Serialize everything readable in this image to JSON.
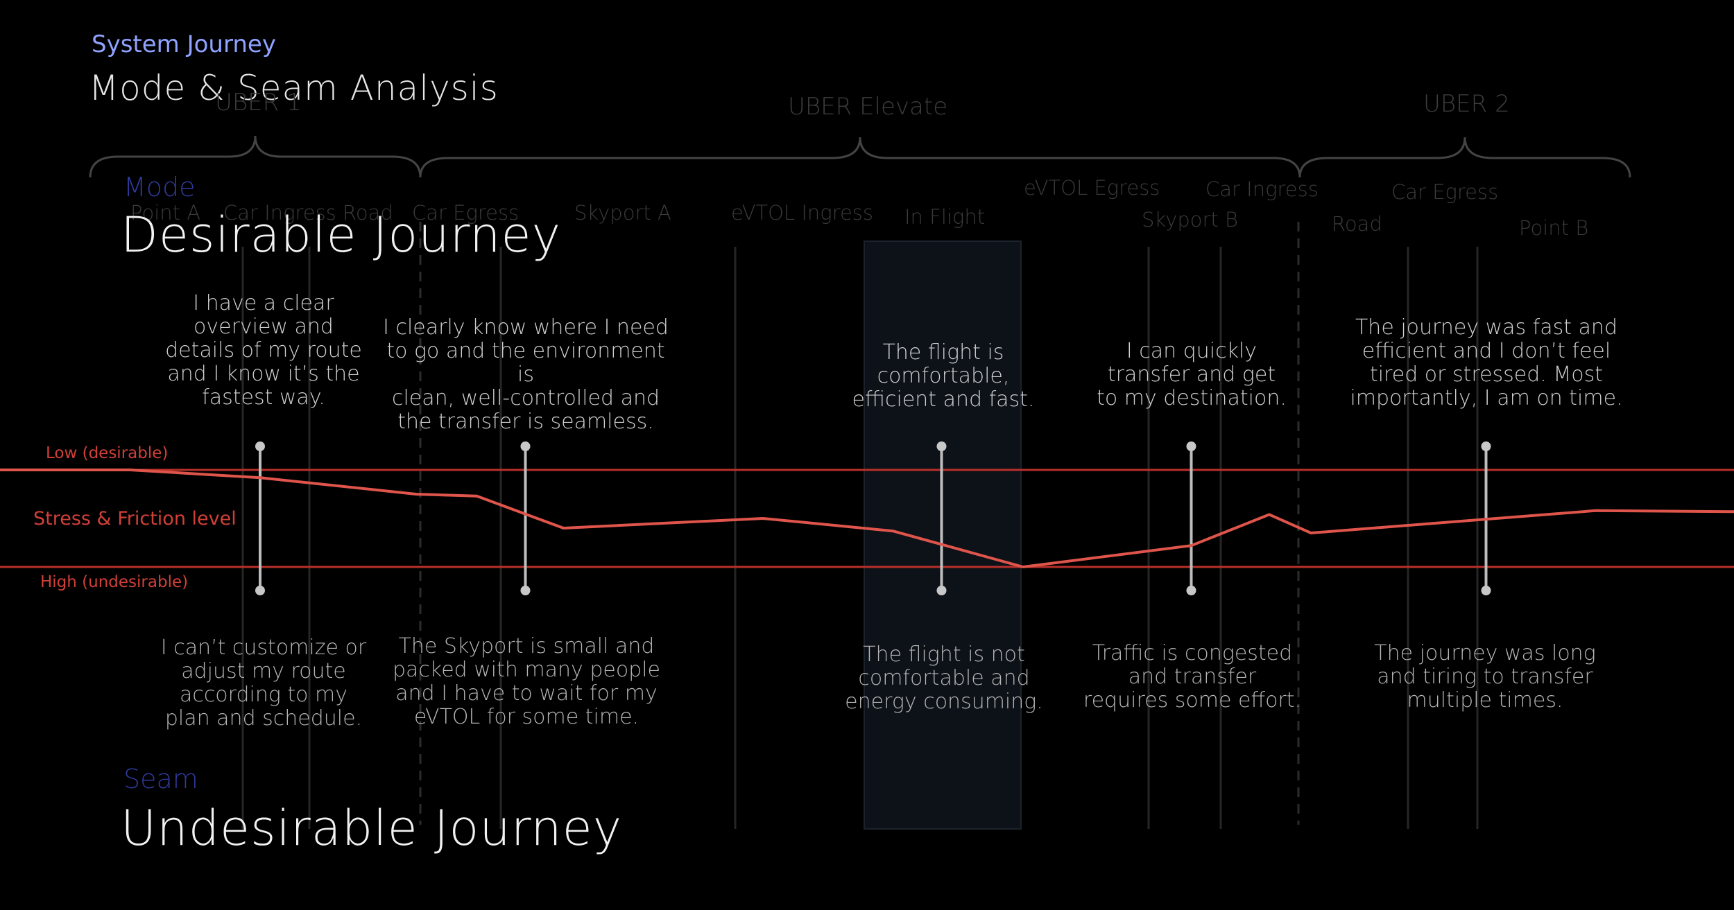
{
  "header": {
    "eyebrow": "System Journey",
    "title": "Mode & Seam Analysis"
  },
  "sections": {
    "mode_label": "Mode",
    "desirable_title": "Desirable Journey",
    "seam_label": "Seam",
    "undesirable_title": "Undesirable Journey"
  },
  "phases": [
    "UBER 1",
    "UBER Elevate",
    "UBER 2"
  ],
  "modes": [
    "Point A",
    "Car Ingress",
    "Road",
    "Car Egress",
    "Skyport A",
    "eVTOL Ingress",
    "In Flight",
    "eVTOL Egress",
    "Car Ingress",
    "Skyport B",
    "Car Egress",
    "Road",
    "Point B"
  ],
  "axis": {
    "low_label": "Low (desirable)",
    "mid_label": "Stress & Friction level",
    "high_label": "High (undesirable)"
  },
  "touchpoints": [
    {
      "good": "I have a clear\noverview and\ndetails of my route\nand I know it’s the\nfastest way.",
      "bad": "I can’t customize or\nadjust my route\naccording to my\nplan and schedule."
    },
    {
      "good": "I clearly know where I need\nto go and the environment is\nclean, well-controlled and\nthe transfer is seamless.",
      "bad": "The Skyport is small and\npacked with many people\nand I have to wait for my\neVTOL for some time."
    },
    {
      "good": "The flight is\ncomfortable,\nefficient and fast.",
      "bad": "The flight is not\ncomfortable and\nenergy consuming."
    },
    {
      "good": "I can quickly\ntransfer and get\nto my destination.",
      "bad": "Traffic is congested\nand transfer\nrequires some effort."
    },
    {
      "good": "The journey was fast and\nefficient and I don’t feel\ntired or stressed. Most\nimportantly, I am on time.",
      "bad": "The journey was long\nand tiring to transfer\nmultiple times."
    }
  ],
  "chart_data": {
    "type": "line",
    "series": [
      {
        "x": [
          0,
          0.075,
          0.15,
          0.24,
          0.275,
          0.325,
          0.44,
          0.515,
          0.59,
          0.687,
          0.732,
          0.756,
          0.92,
          1.0
        ],
        "values": [
          0.0,
          0.0,
          0.08,
          0.25,
          0.27,
          0.6,
          0.5,
          0.63,
          1.0,
          0.78,
          0.46,
          0.65,
          0.42,
          0.43
        ]
      }
    ],
    "touchpoint_x": [
      0.15,
      0.303,
      0.543,
      0.687,
      0.857
    ],
    "yscale": "0 = low stress (desirable), 1 = high stress (undesirable)",
    "colors": {
      "curve": "#e0554b",
      "band": "#b8302a",
      "accent": "#8fa3ff",
      "seam": "#2e3a9a"
    }
  }
}
